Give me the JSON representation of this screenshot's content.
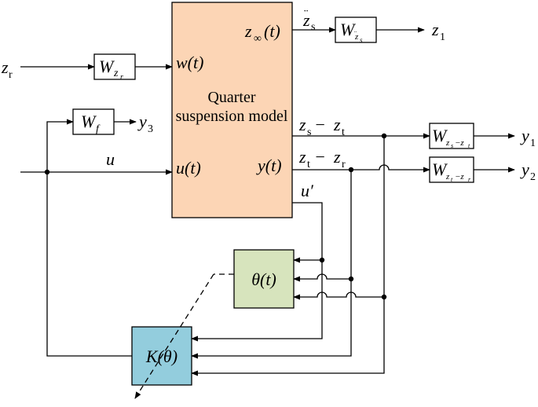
{
  "colors": {
    "model_fill": "#fcd5b5",
    "theta_fill": "#d7e4bd",
    "k_fill": "#93cddd",
    "w_fill": "#ffffff",
    "line": "#000000"
  },
  "model": {
    "line1": "Quarter",
    "line2": "suspension  model",
    "in_w": "w(t)",
    "in_u": "u(t)",
    "out_zinf": "(t)",
    "out_y": "y(t)"
  },
  "blocks": {
    "w_zr": "W",
    "w_zr_sub": "z",
    "w_zr_subsub": "r",
    "w_f": "W",
    "w_f_sub": "f",
    "w_zs_dd": "W",
    "w_zs_dd_sub": "z",
    "w_zs_dd_subsub": "s",
    "w_zs_zt": "W",
    "w_zs_zt_sub": "z",
    "w_zs_zt_sub2": "s",
    "w_zs_zt_sub3": "−z",
    "w_zs_zt_sub4": "t",
    "w_zt_zr": "W",
    "w_zt_zr_sub": "z",
    "w_zt_zr_sub2": "t",
    "w_zt_zr_sub3": "−z",
    "w_zt_zr_sub4": "r",
    "theta": "θ(t)",
    "k": "K(θ)"
  },
  "signals": {
    "zr": "z",
    "zr_sub": "r",
    "u": "u",
    "u_prime": "u′",
    "zs_dd": "z",
    "zs_dd_sub": "s",
    "zinf": "z",
    "zinf_sub": "∞",
    "z1": "z",
    "z1_sub": "1",
    "y1": "y",
    "y1_sub": "1",
    "y2": "y",
    "y2_sub": "2",
    "y3": "y",
    "y3_sub": "3",
    "zs_zt_a": "z",
    "zs_zt_a_sub": "s",
    "zs_zt_op": " − ",
    "zs_zt_b": "z",
    "zs_zt_b_sub": "t",
    "zt_zr_a": "z",
    "zt_zr_a_sub": "t",
    "zt_zr_op": " − ",
    "zt_zr_b": "z",
    "zt_zr_b_sub": "r"
  }
}
